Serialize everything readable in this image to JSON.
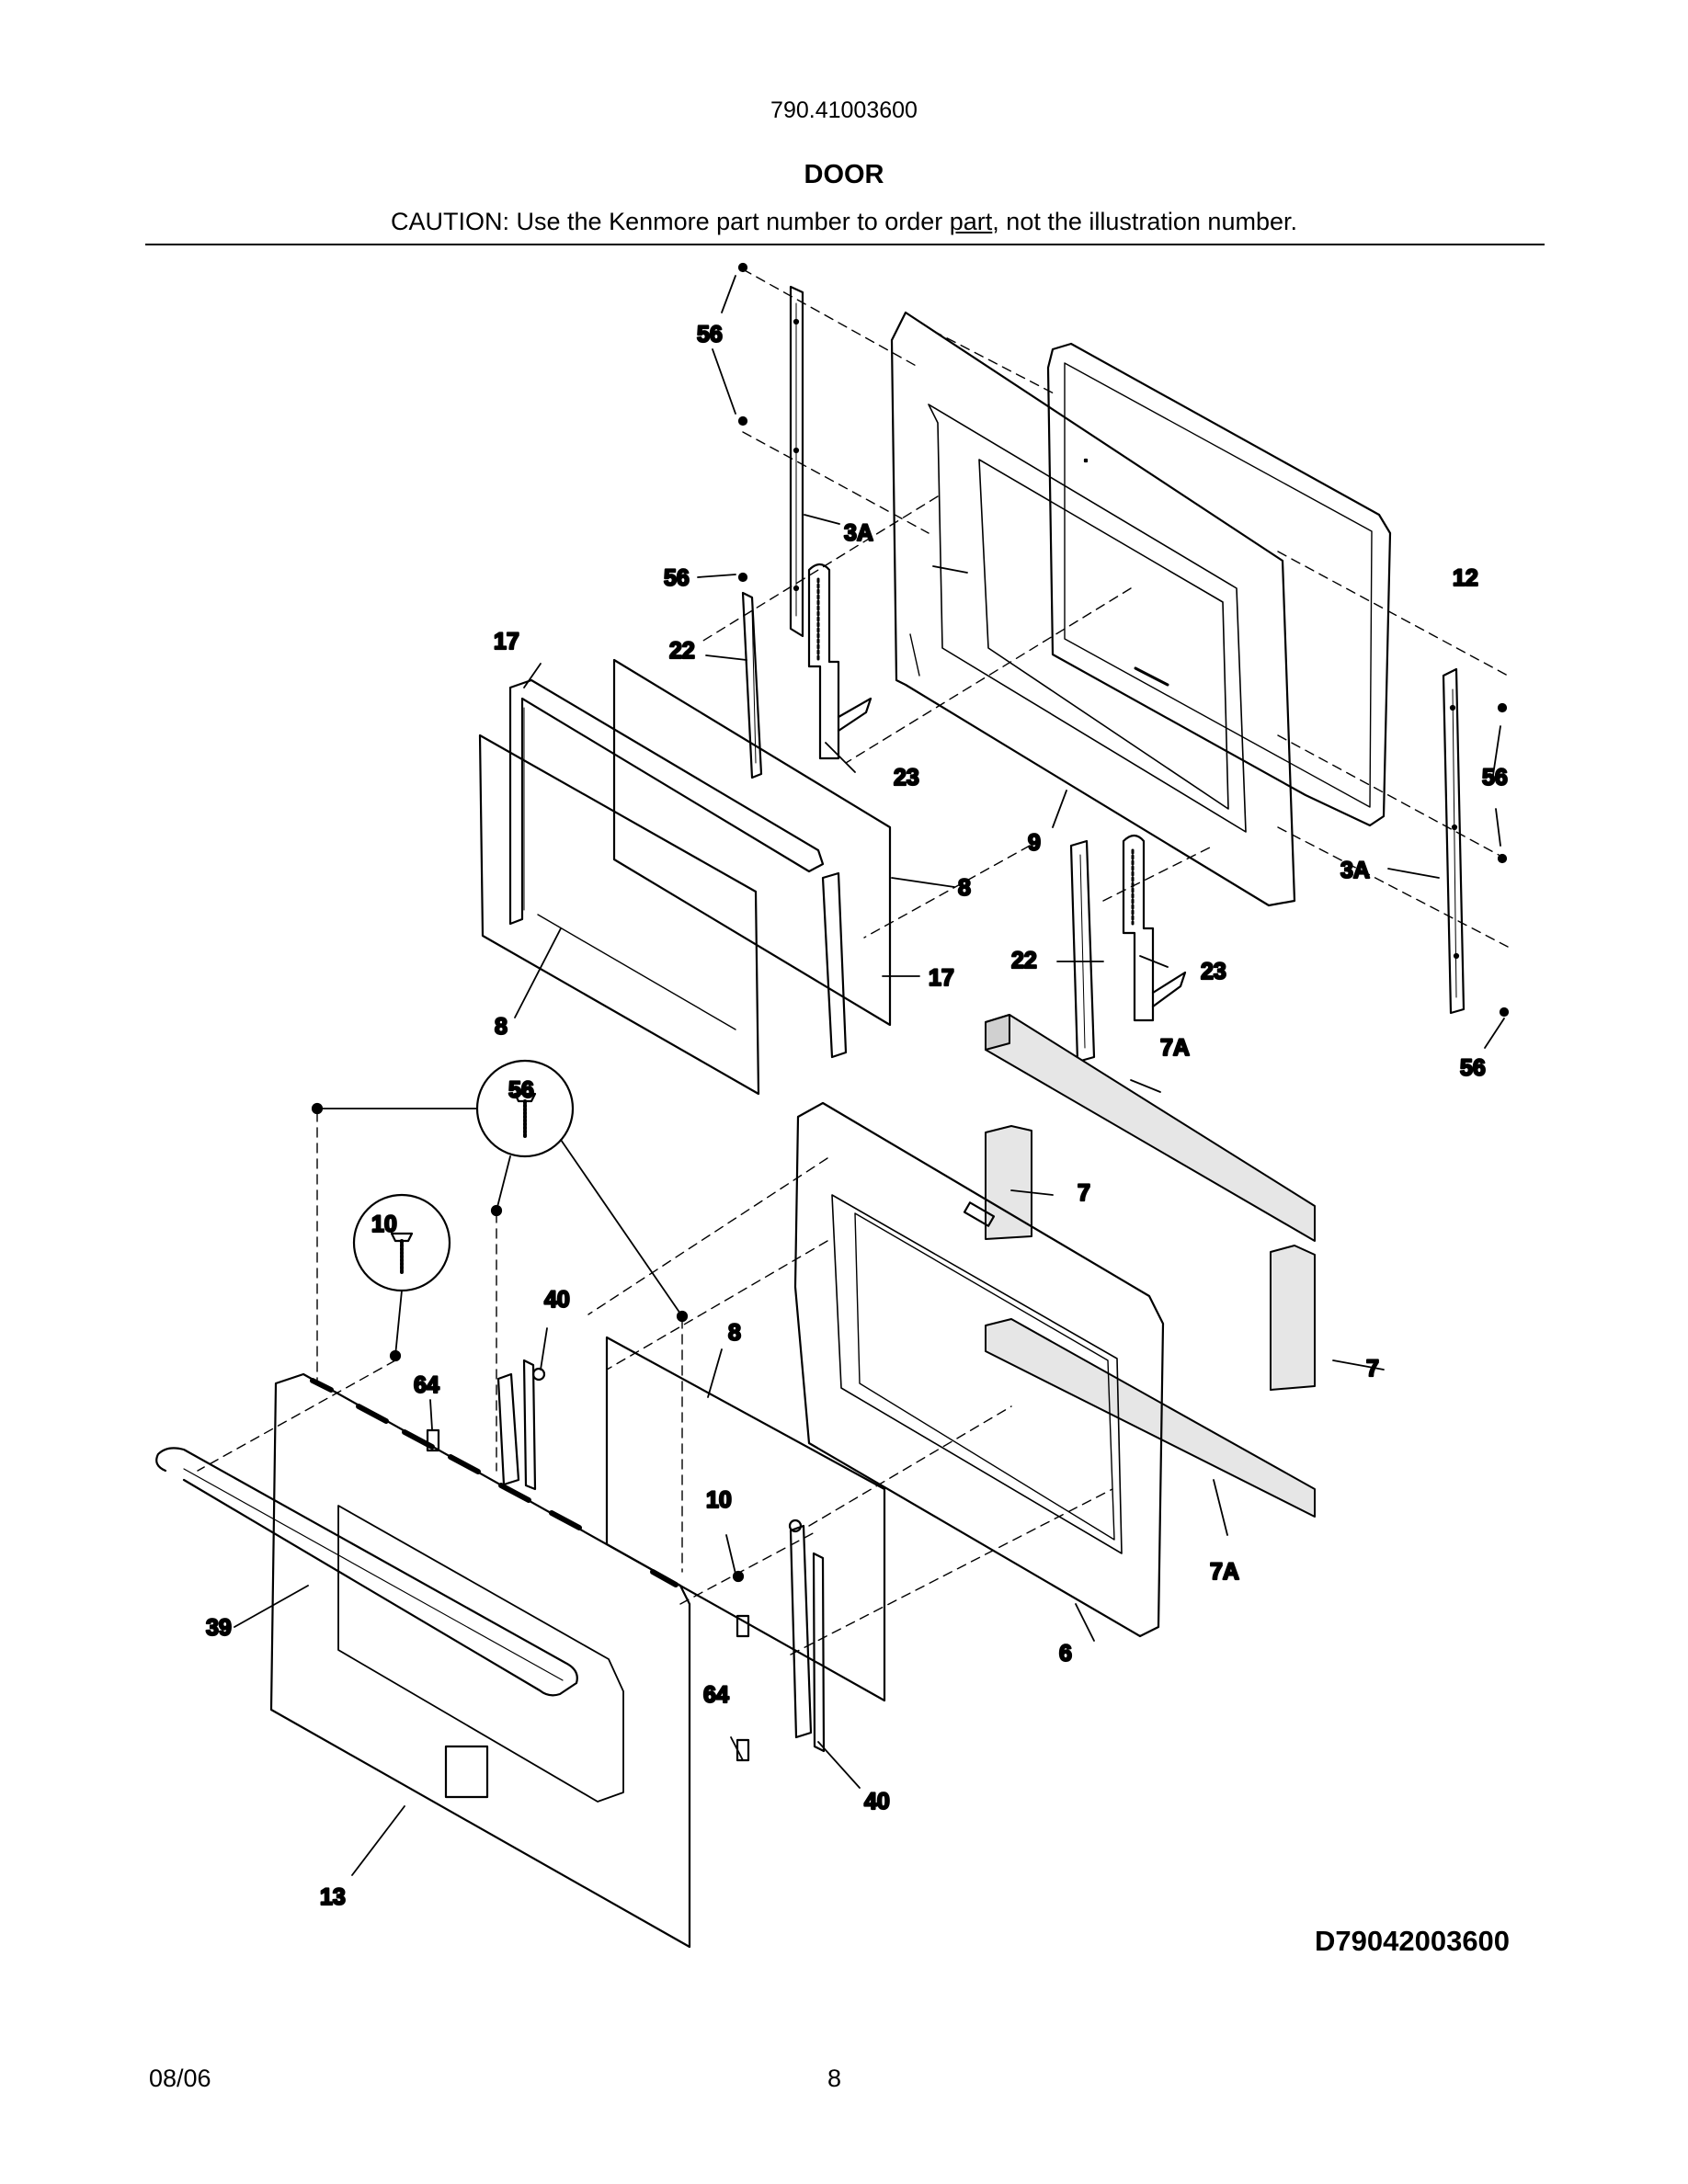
{
  "header": {
    "model_number": "790.41003600",
    "title": "DOOR",
    "caution_before": "CAUTION: Use the Kenmore part number to order ",
    "caution_link": "part",
    "caution_after": ", not the illustration number."
  },
  "diagram": {
    "labels": {
      "top_screw_upper": "56",
      "top_screw_mid": "56",
      "right_screw_upper": "56",
      "right_screw_lower": "56",
      "hinge_support_left": "3A",
      "hinge_support_right": "3A",
      "door_liner_seal": "12",
      "hinge_receptacle_left": "22",
      "hinge_receptacle_right": "22",
      "hinge_left": "23",
      "hinge_right": "23",
      "glass_frame_top": "17",
      "glass_frame_mid": "17",
      "glass_inner": "8",
      "glass_outer": "8",
      "door_liner": "9",
      "insulation_long_top": "7A",
      "insulation_long_bottom": "7A",
      "insulation_short_left": "7",
      "insulation_short_right": "7",
      "screw_detail_56": "56",
      "screw_detail_10": "10",
      "door_glass_lower": "8",
      "handle_bracket_left": "40",
      "handle_bracket_right": "40",
      "spacer_left": "64",
      "spacer_right": "64",
      "screw_10_lower": "10",
      "door_handle": "39",
      "inner_door_panel": "6",
      "outer_door_panel": "13"
    },
    "diagram_id": "D79042003600"
  },
  "footer": {
    "date": "08/06",
    "page": "8"
  }
}
